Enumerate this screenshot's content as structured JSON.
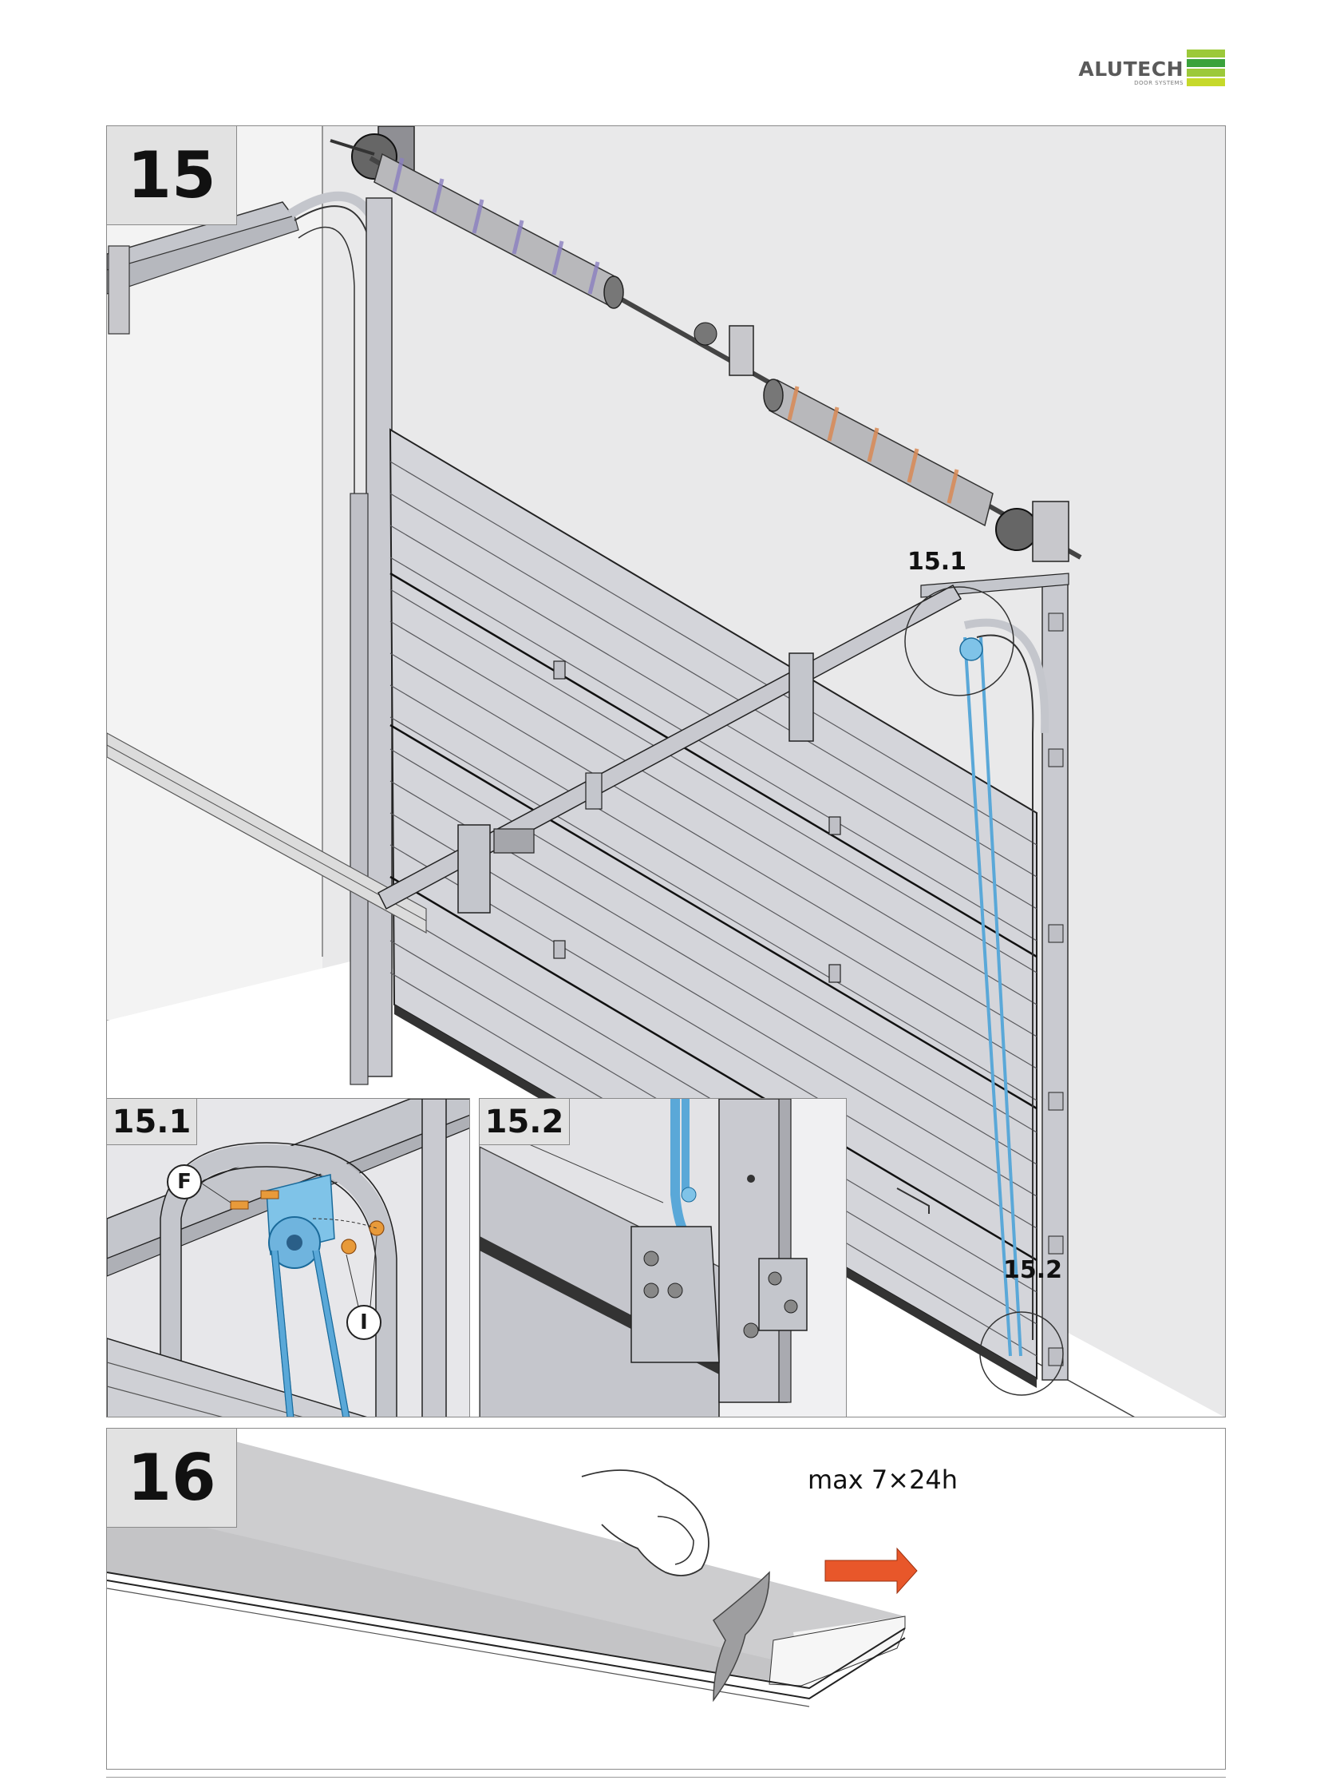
{
  "brand": {
    "name": "ALUTECH",
    "tagline": "DOOR SYSTEMS",
    "colors": {
      "stripe_light": "#c6d92a",
      "stripe_dark": "#3aa23c",
      "text": "#5a5a5a"
    }
  },
  "steps": {
    "s15": {
      "number": "15",
      "callout_1": "15.1",
      "callout_2": "15.2"
    },
    "s15_1": {
      "label": "15.1",
      "tag_f": "F",
      "tag_i": "I"
    },
    "s15_2": {
      "label": "15.2"
    },
    "s16": {
      "number": "16",
      "note": "max 7×24h"
    }
  },
  "colors": {
    "panel_fill": "#d7d7dc",
    "metal": "#c4c6cc",
    "cable": "#7fc3e8",
    "spring_violet": "#8b7fc0",
    "spring_orange": "#d98a55",
    "arrow": "#e8572a",
    "fastener": "#e89a3a"
  }
}
